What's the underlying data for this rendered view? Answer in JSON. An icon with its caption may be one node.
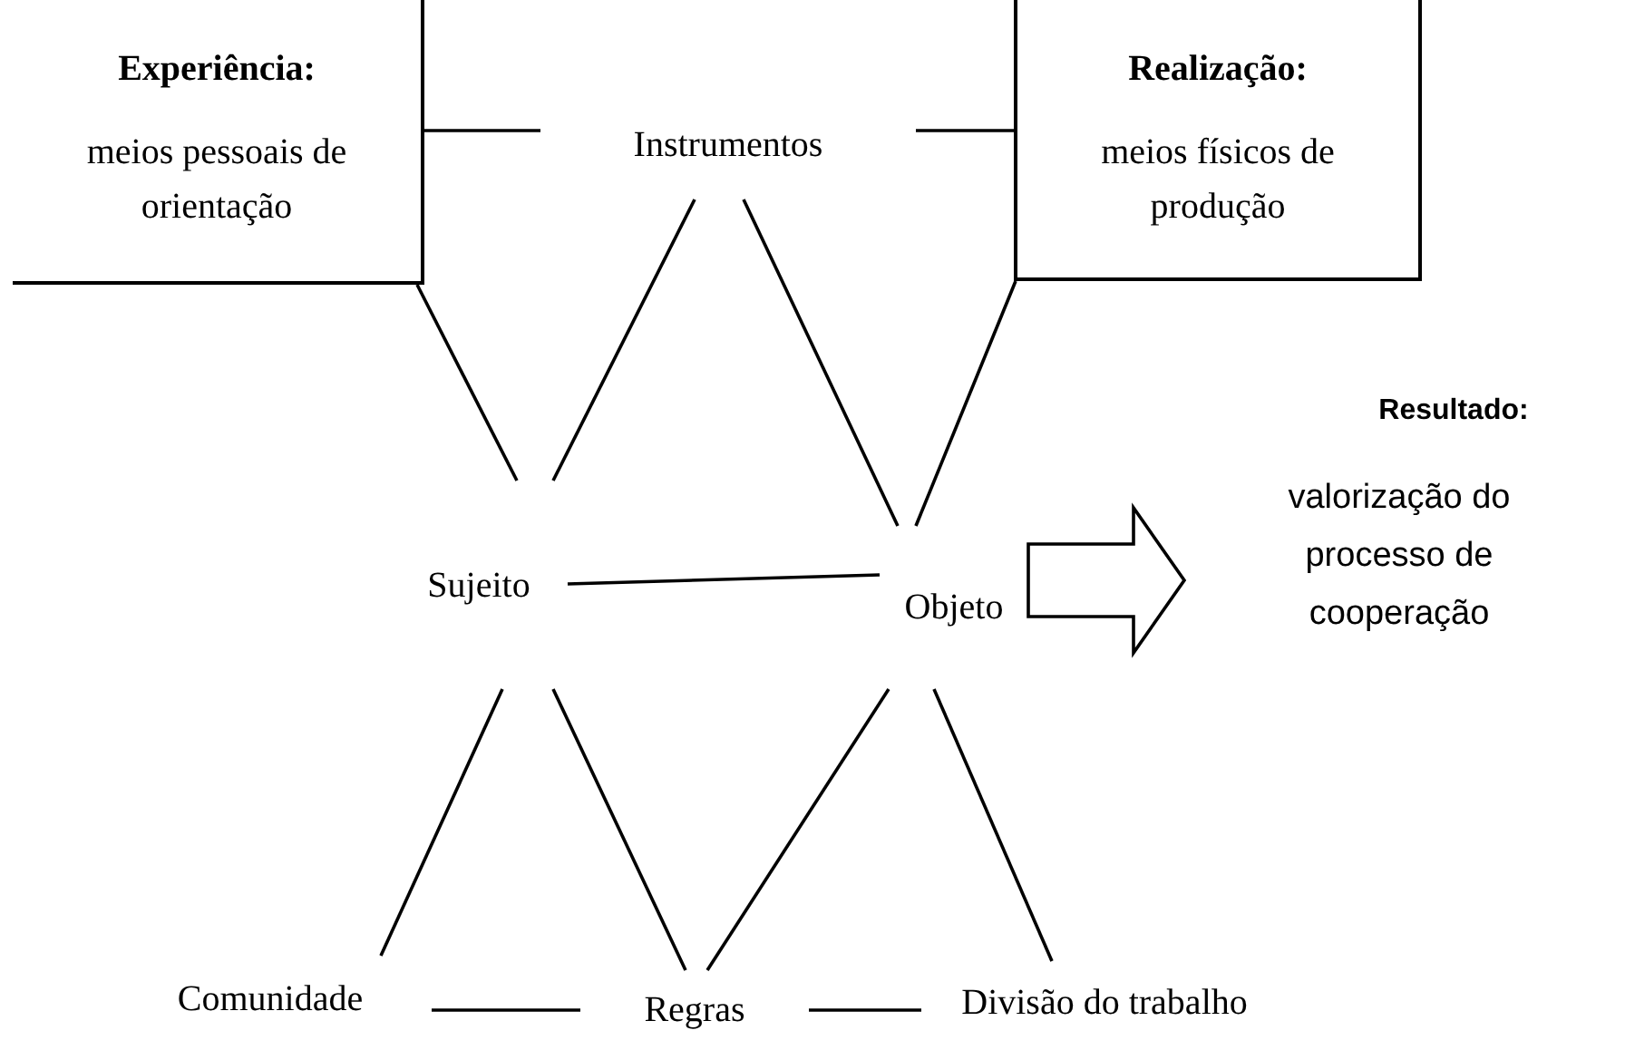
{
  "diagram": {
    "nodes": [
      {
        "text": [
          "Experiência:",
          "meios pessoais de orientação"
        ]
      },
      {
        "text": [
          "Instrumentos"
        ]
      },
      {
        "text": [
          "Realização:",
          "meios físicos de produção"
        ]
      },
      {
        "text": [
          "Sujeito"
        ]
      },
      {
        "text": [
          "Objeto"
        ]
      },
      {
        "text": [
          "Resultado:",
          "valorização do processo de cooperação"
        ]
      },
      {
        "text": [
          "Comunidade"
        ]
      },
      {
        "text": [
          "Regras"
        ]
      },
      {
        "text": [
          "Divisão do trabalho"
        ]
      }
    ],
    "edges": [
      {
        "from": 0,
        "to": 1,
        "arrow": "none"
      },
      {
        "from": 1,
        "to": 2,
        "arrow": "none"
      },
      {
        "from": 0,
        "to": 3,
        "arrow": "none"
      },
      {
        "from": 1,
        "to": 3,
        "arrow": "none"
      },
      {
        "from": 1,
        "to": 4,
        "arrow": "none"
      },
      {
        "from": 2,
        "to": 4,
        "arrow": "none"
      },
      {
        "from": 3,
        "to": 4,
        "arrow": "none"
      },
      {
        "from": 4,
        "to": 5,
        "arrow": "to"
      },
      {
        "from": 3,
        "to": 6,
        "arrow": "none"
      },
      {
        "from": 3,
        "to": 7,
        "arrow": "none"
      },
      {
        "from": 4,
        "to": 7,
        "arrow": "none"
      },
      {
        "from": 4,
        "to": 8,
        "arrow": "none"
      },
      {
        "from": 6,
        "to": 7,
        "arrow": "none"
      },
      {
        "from": 7,
        "to": 8,
        "arrow": "none"
      }
    ]
  }
}
